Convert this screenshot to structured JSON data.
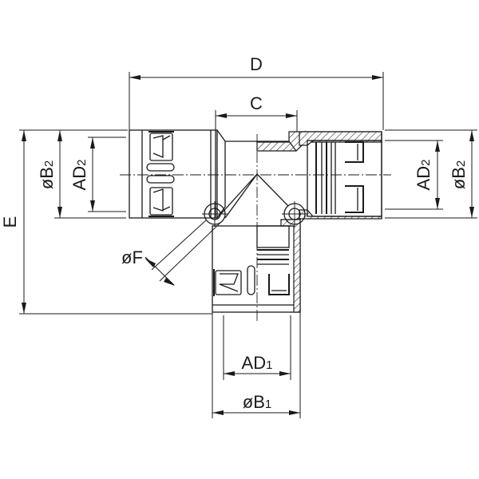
{
  "drawing": {
    "type": "technical-drawing",
    "subject": "T-piece fitting (tee connector) cross-section",
    "line_color": "#1a1a1a",
    "background": "#ffffff"
  },
  "dimensions": {
    "D": {
      "label": "D"
    },
    "C": {
      "label": "C"
    },
    "E": {
      "label": "E"
    },
    "B2_left": {
      "prefix": "øB",
      "sub": "2"
    },
    "AD2_left": {
      "prefix": "AD",
      "sub": "2"
    },
    "AD2_right": {
      "prefix": "AD",
      "sub": "2"
    },
    "B2_right": {
      "prefix": "øB",
      "sub": "2"
    },
    "F": {
      "label": "øF"
    },
    "AD1": {
      "prefix": "AD",
      "sub": "1"
    },
    "B1": {
      "prefix": "øB",
      "sub": "1"
    }
  }
}
